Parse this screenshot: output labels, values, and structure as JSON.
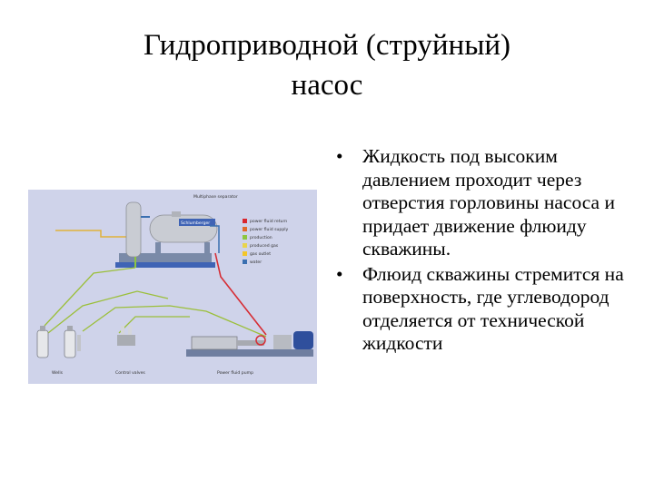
{
  "slide": {
    "title_line1": "Гидроприводной  (струйный)",
    "title_line2": "насос",
    "bullets": [
      "Жидкость под высоким давлением проходит через отверстия горловины насоса и придает движение флюиду скважины.",
      "Флюид скважины стремится на поверхность, где углеводород отделяется от технической жидкости"
    ],
    "bullet_symbol": "•"
  },
  "diagram": {
    "tank_label": "Schlumberger",
    "legend": [
      {
        "color": "#d9262e",
        "label": "power fluid return"
      },
      {
        "color": "#e06a2b",
        "label": "power fluid supply"
      },
      {
        "color": "#8dc63f",
        "label": "production"
      },
      {
        "color": "#e8d44d",
        "label": "produced gas"
      },
      {
        "color": "#f3c62a",
        "label": "gas outlet"
      },
      {
        "color": "#3a6fb0",
        "label": "water"
      }
    ],
    "labels": {
      "top": "Multiphase separator",
      "wells": "Wells",
      "control_valves": "Control valves",
      "pump": "Power fluid pump"
    },
    "colors": {
      "background": "#cfd3ea",
      "supply_line": "#d62d35",
      "return_line": "#9bbf3a",
      "gas_line": "#e0b23a",
      "motor": "#2f4f9c"
    }
  }
}
